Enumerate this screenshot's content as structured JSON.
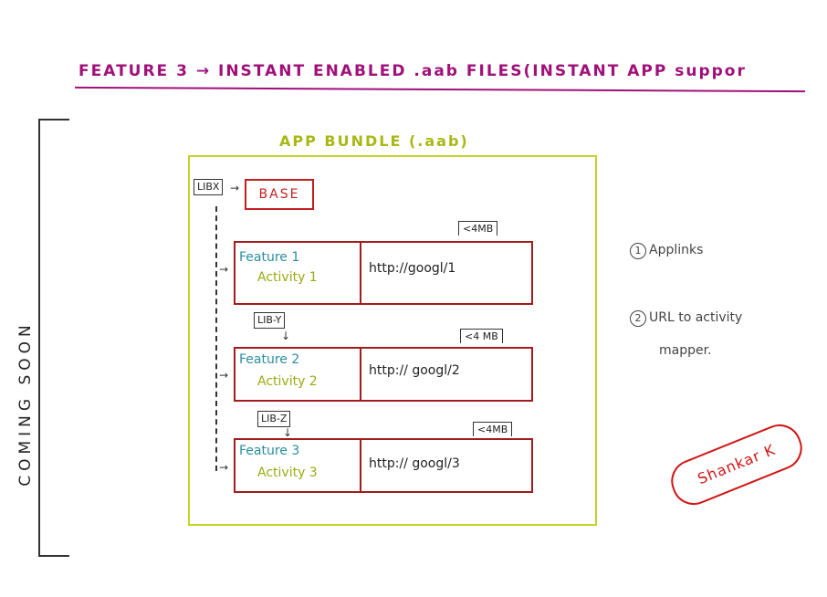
{
  "title": "FEATURE 3 → INSTANT ENABLED .aab FILES(INSTANT APP suppor",
  "side_label": "COMING SOON",
  "bundle": {
    "title": "APP BUNDLE (.aab)",
    "lib_x": "LIBX",
    "base": "BASE",
    "features": [
      {
        "name": "Feature 1",
        "activity": "Activity 1",
        "url": "http://googl/1",
        "size": "<4MB",
        "lib": ""
      },
      {
        "name": "Feature 2",
        "activity": "Activity 2",
        "url": "http:// googl/2",
        "size": "<4 MB",
        "lib": "LIB-Y"
      },
      {
        "name": "Feature 3",
        "activity": "Activity 3",
        "url": "http:// googl/3",
        "size": "<4MB",
        "lib": "LIB-Z"
      }
    ]
  },
  "notes": {
    "item1_num": "1",
    "item1": "Applinks",
    "item2_num": "2",
    "item2_line1": "URL to activity",
    "item2_line2": "mapper."
  },
  "stamp": "Shankar K",
  "colors": {
    "title": "#a0107a",
    "bundle_border": "#c5d32a",
    "feature_border": "#a31c1c",
    "base_border": "#c41f1f",
    "feature_name": "#2a8ea0",
    "activity_name": "#9aaa12",
    "stamp": "#d01616"
  }
}
